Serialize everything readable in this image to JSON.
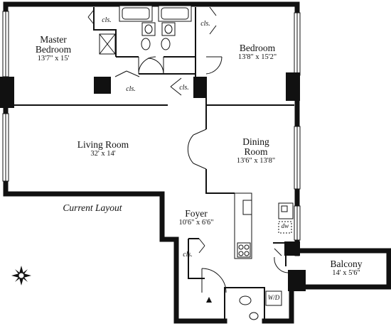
{
  "rooms": {
    "master_bedroom": {
      "name_line1": "Master",
      "name_line2": "Bedroom",
      "dims": "13'7\" x 15'"
    },
    "bedroom": {
      "name": "Bedroom",
      "dims": "13'8\" x 15'2\""
    },
    "living_room": {
      "name": "Living Room",
      "dims": "32' x 14'"
    },
    "dining_room": {
      "name_line1": "Dining",
      "name_line2": "Room",
      "dims": "13'6\" x 13'8\""
    },
    "foyer": {
      "name": "Foyer",
      "dims": "10'6\" x 6'6\""
    },
    "balcony": {
      "name": "Balcony",
      "dims": "14' x 5'6\""
    }
  },
  "closet_label": "cls.",
  "layout_caption": "Current Layout",
  "dishwasher_label": "dw",
  "washer_dryer_label": "W/D",
  "colors": {
    "ink": "#111111",
    "paper": "#ffffff"
  }
}
